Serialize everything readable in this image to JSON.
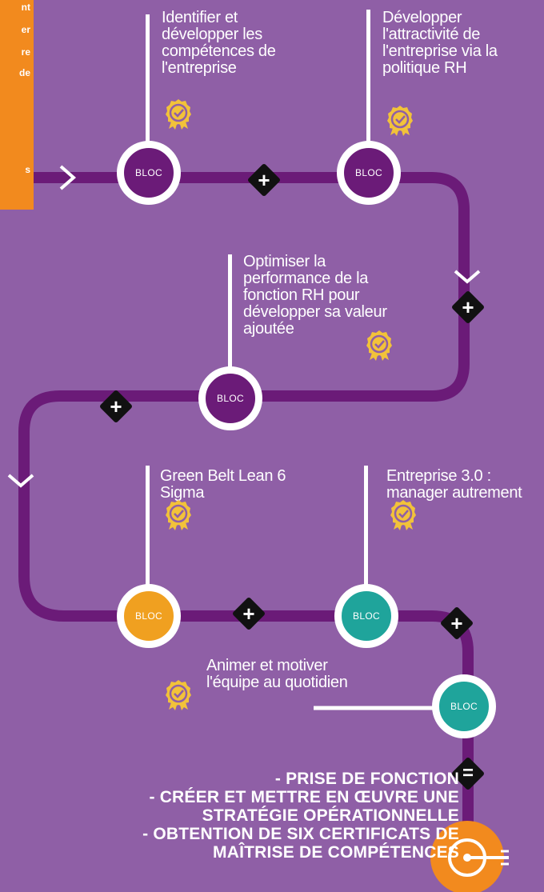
{
  "left_panel": {
    "fragments": [
      "nt",
      "er",
      "re",
      "de",
      "s"
    ]
  },
  "bloc_label": "BLOC",
  "steps": [
    {
      "label": "Identifier et développer les compétences de l'entreprise"
    },
    {
      "label": "Développer l'attractivité de l'entreprise via la politique RH"
    },
    {
      "label": "Optimiser la performance de la fonction RH pour développer sa valeur ajoutée"
    },
    {
      "label": "Green Belt Lean 6 Sigma"
    },
    {
      "label": "Entreprise 3.0 : manager autrement"
    },
    {
      "label": "Animer et motiver l'équipe au quotidien"
    }
  ],
  "operators": {
    "plus": "+",
    "equals": "="
  },
  "results": [
    "- PRISE DE FONCTION",
    "- CRÉER ET METTRE EN ŒUVRE UNE",
    "STRATÉGIE OPÉRATIONNELLE",
    "- OBTENTION DE SIX CERTIFICATS DE",
    "MAÎTRISE DE COMPÉTENCES"
  ],
  "colors": {
    "background": "#8f5fa6",
    "track": "#6b1b78",
    "bloc_purple": "#6b1b78",
    "bloc_orange": "#f0a020",
    "bloc_teal": "#1fa49b",
    "medal_gold": "#f2c23a",
    "target_orange": "#f28a1e",
    "side_panel": "#f28a1e"
  },
  "icons": [
    "certificate-medal-icon",
    "plus-diamond-icon",
    "equals-diamond-icon",
    "chevron-right-icon",
    "chevron-down-icon",
    "target-arrow-icon"
  ]
}
